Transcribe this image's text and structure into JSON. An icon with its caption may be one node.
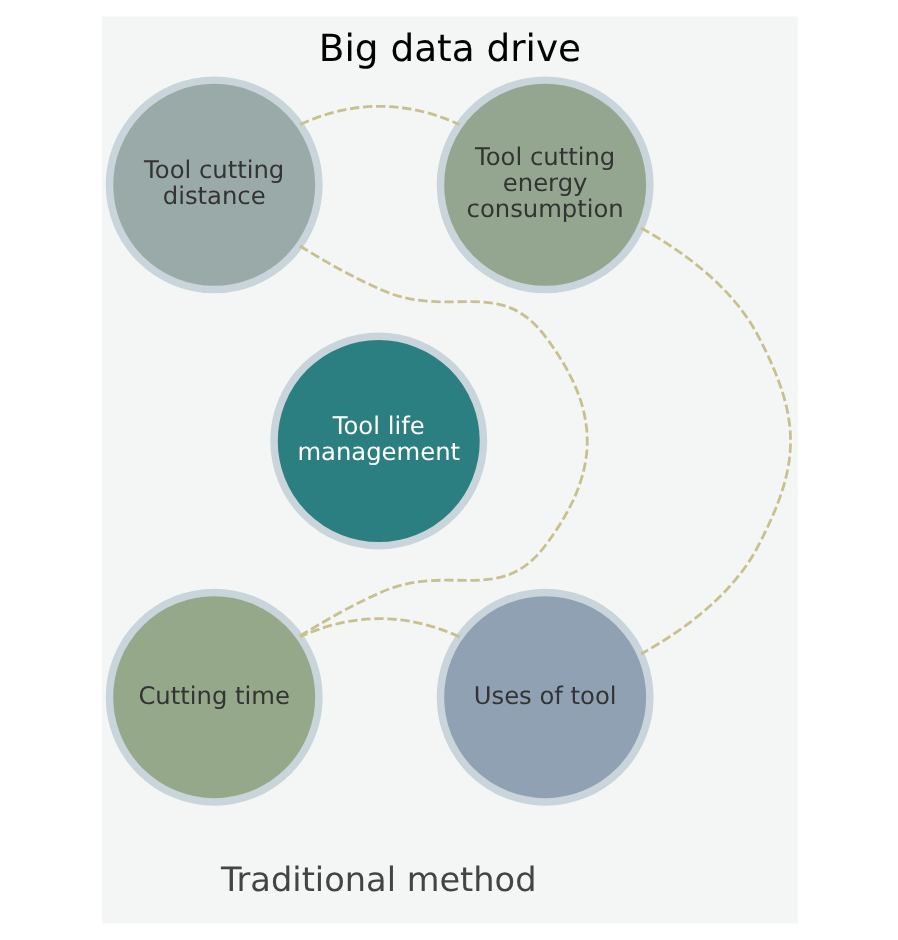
{
  "diagram": {
    "title": "Big data drive",
    "nodes": [
      {
        "text": [
          "Tool cutting distance"
        ]
      },
      {
        "text": [
          "Tool cutting energy consumption"
        ]
      },
      {
        "text": [
          "Tool life management"
        ]
      },
      {
        "text": [
          "Cutting time"
        ]
      },
      {
        "text": [
          "Uses of tool"
        ]
      }
    ],
    "edges": [
      {
        "from": 0,
        "to": 1,
        "arrow": "none",
        "style": "dashed"
      },
      {
        "from": 1,
        "to": 4,
        "arrow": "none",
        "style": "dashed"
      },
      {
        "from": 4,
        "to": 3,
        "arrow": "none",
        "style": "dashed"
      },
      {
        "from": 3,
        "to": 0,
        "arrow": "none",
        "style": "dashed"
      }
    ],
    "labels": [
      "Traditional method"
    ]
  }
}
